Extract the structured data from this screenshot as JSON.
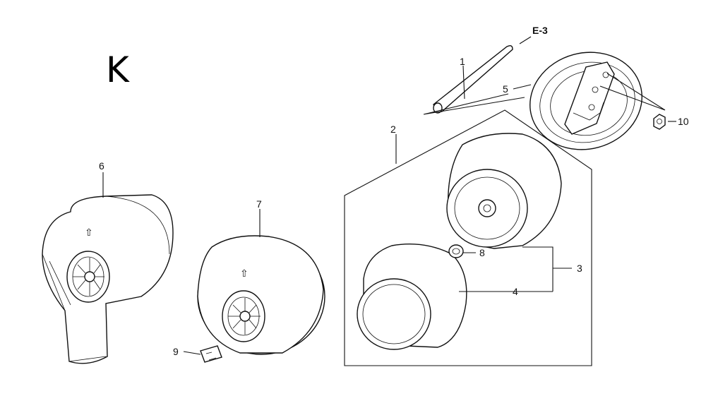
{
  "diagram": {
    "section_letter": "K",
    "reference": "E-3",
    "callouts": [
      "1",
      "2",
      "3",
      "4",
      "5",
      "6",
      "7",
      "8",
      "9",
      "10"
    ]
  }
}
